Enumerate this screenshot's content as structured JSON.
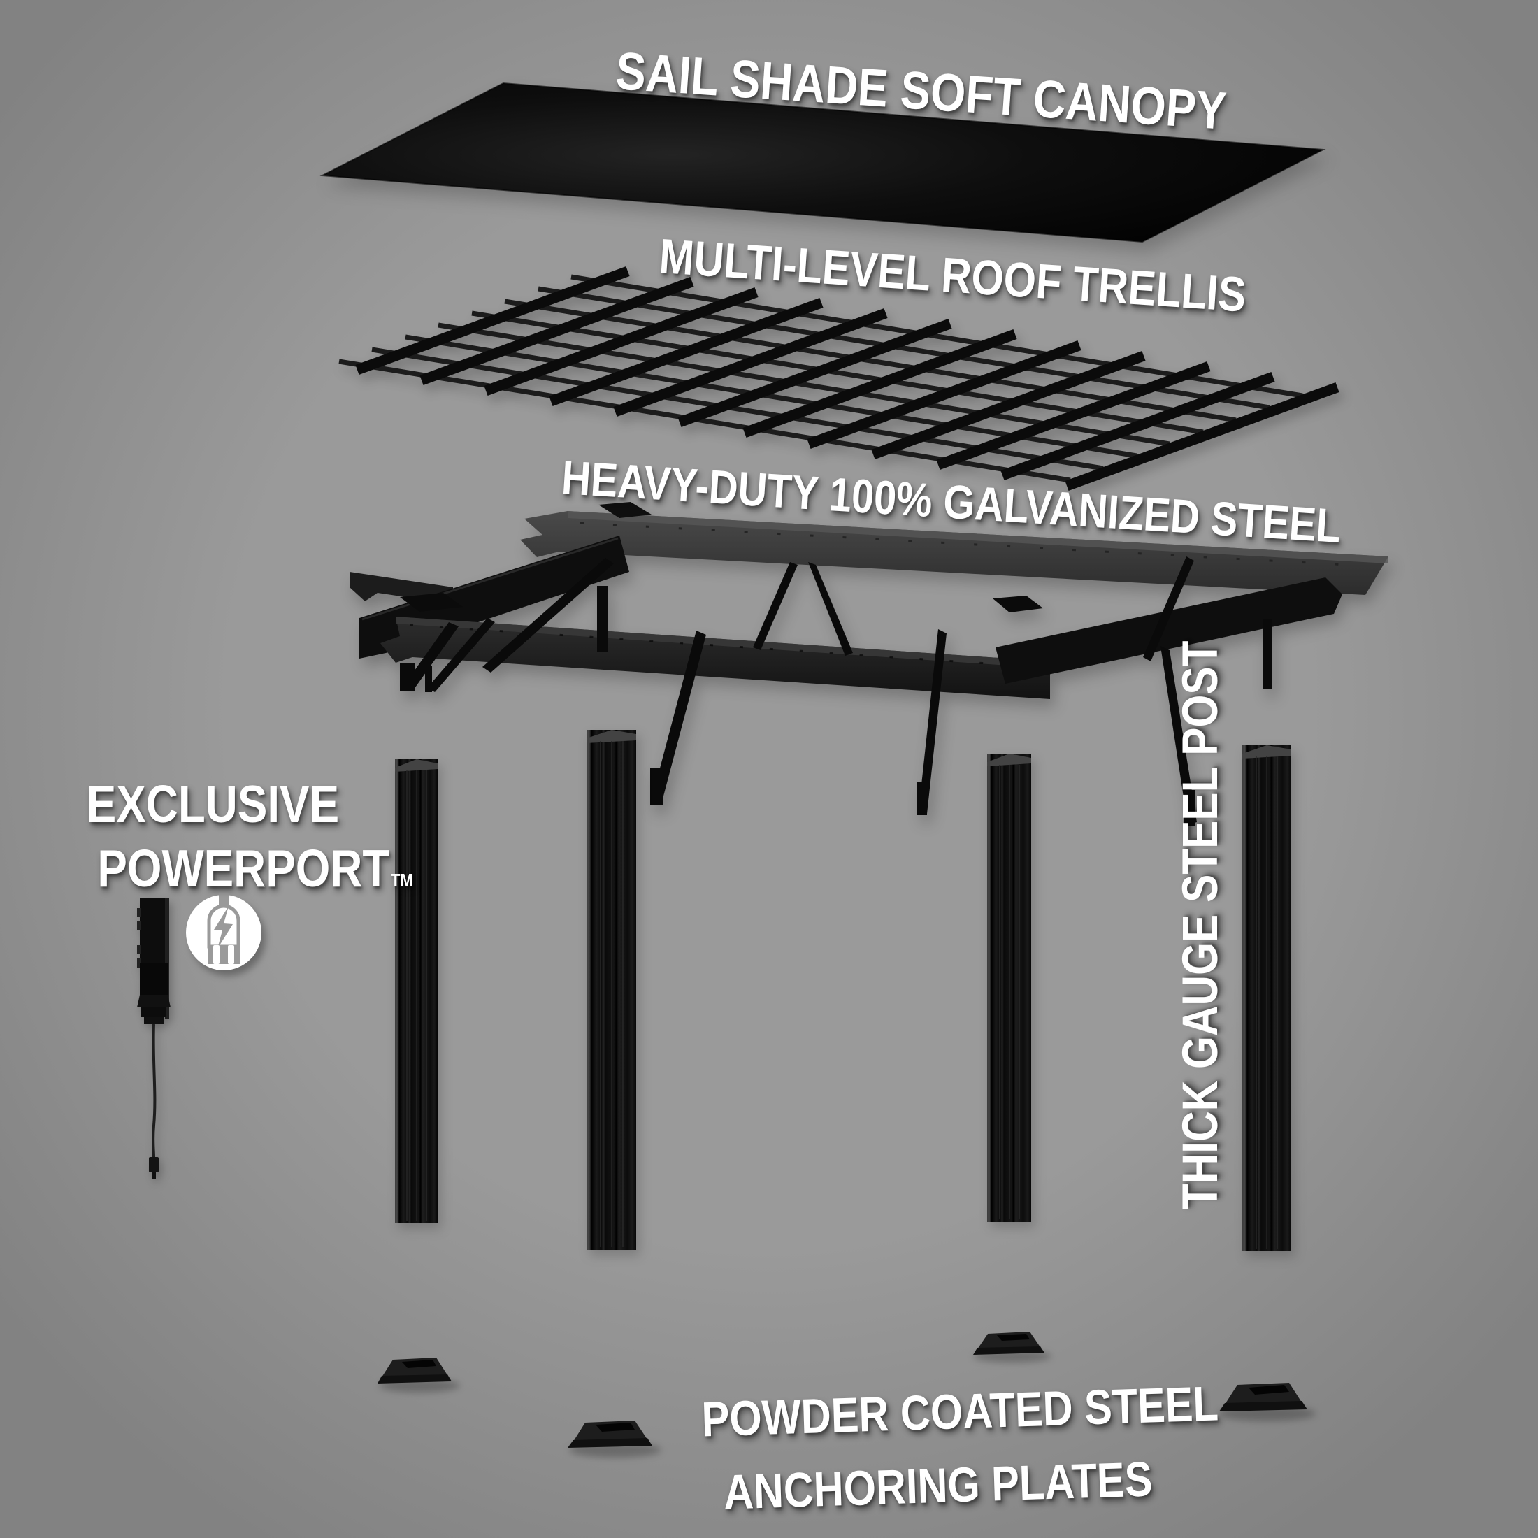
{
  "title": "Pergola exploded-view product diagram",
  "labels": {
    "canopy": "SAIL SHADE SOFT CANOPY",
    "trellis": "MULTI-LEVEL ROOF TRELLIS",
    "frame": "HEAVY-DUTY 100% GALVANIZED STEEL",
    "powerport": {
      "line1": "EXCLUSIVE",
      "line2": "POWERPORT",
      "trademark": "TM"
    },
    "post": "THICK GAUGE STEEL POST",
    "plates": {
      "line1": "POWDER COATED STEEL",
      "line2": "ANCHORING PLATES"
    }
  },
  "icons": {
    "powerport": "power-plug-lightning-icon"
  },
  "components": [
    "sail-shade-soft-canopy",
    "multi-level-roof-trellis",
    "galvanized-steel-frame",
    "powerport-outlet-unit",
    "steel-post-rear-left",
    "steel-post-front-left",
    "steel-post-rear-right",
    "steel-post-front-right",
    "anchoring-plate-rear-left",
    "anchoring-plate-front-left",
    "anchoring-plate-rear-right",
    "anchoring-plate-front-right"
  ],
  "colors": {
    "bg": "#9a9a9a",
    "bg_edge": "#888888",
    "label_text": "#ffffff",
    "canopy_black": "#0a0a0a",
    "trellis_black": "#0b0b0b",
    "steel_beam": "#3f3f3f",
    "steel_dark": "#161616",
    "post_black": "#121212",
    "plate_black": "#181818",
    "icon_white": "#ffffff"
  }
}
